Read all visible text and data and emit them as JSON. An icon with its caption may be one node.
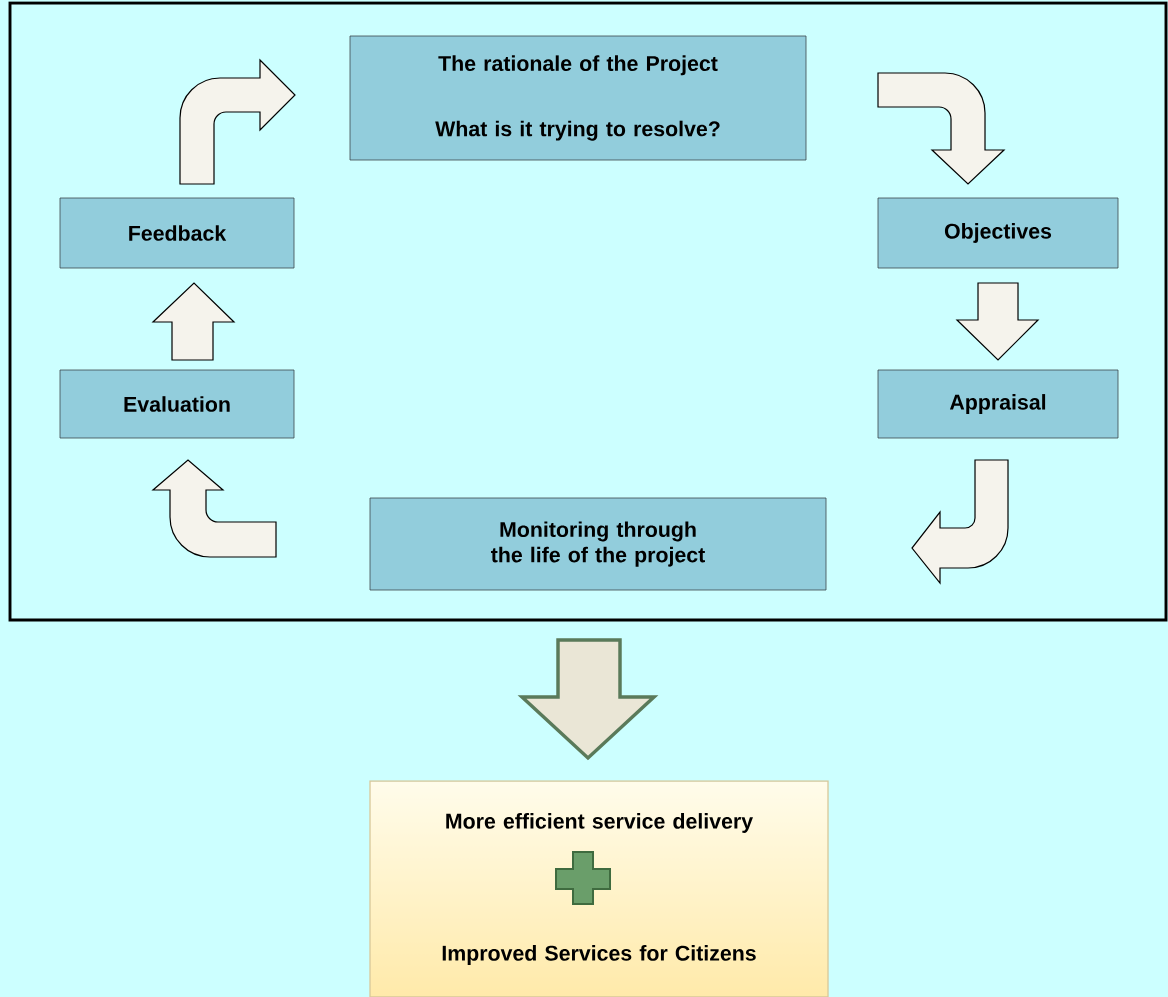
{
  "diagram": {
    "nodes": [
      {
        "text": [],
        "shape": "box"
      },
      {
        "text": [
          "The rationale of the Project",
          "What is it trying to resolve?"
        ],
        "in": 0
      },
      {
        "text": [
          "Objectives"
        ],
        "in": 0
      },
      {
        "text": [
          "Appraisal"
        ],
        "in": 0
      },
      {
        "text": [
          "Monitoring through the life of the project"
        ],
        "in": 0
      },
      {
        "text": [
          "Evaluation"
        ],
        "in": 0
      },
      {
        "text": [
          "Feedback"
        ],
        "in": 0
      },
      {
        "text": [
          "More efficient service delivery",
          "Improved Services for Citizens"
        ]
      }
    ],
    "edges": [
      {
        "from": 1,
        "to": 2,
        "arrow": "to"
      },
      {
        "from": 2,
        "to": 3,
        "arrow": "to"
      },
      {
        "from": 3,
        "to": 4,
        "arrow": "to"
      },
      {
        "from": 4,
        "to": 5,
        "arrow": "to"
      },
      {
        "from": 5,
        "to": 6,
        "arrow": "to"
      },
      {
        "from": 6,
        "to": 1,
        "arrow": "to"
      },
      {
        "from": 0,
        "to": 7,
        "arrow": "to",
        "style": "thick",
        "color": "#5a7a5a"
      }
    ]
  }
}
